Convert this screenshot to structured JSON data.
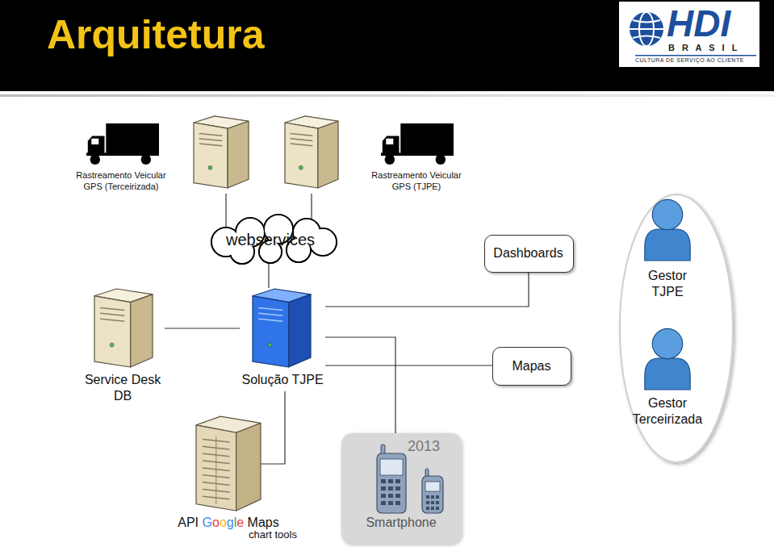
{
  "diagram": {
    "title": "Arquitetura",
    "nodes": [
      {
        "text": [
          "Rastreamento Veicular GPS (Terceirizada)"
        ]
      },
      {
        "text": [
          "Rastreamento Veicular GPS (TJPE)"
        ]
      },
      {
        "text": [
          "webservices"
        ]
      },
      {
        "text": [
          "Dashboards"
        ]
      },
      {
        "text": [
          "Service Desk DB"
        ]
      },
      {
        "text": [
          "Solução TJPE"
        ]
      },
      {
        "text": [
          "Mapas"
        ]
      },
      {
        "text": [
          "Gestor TJPE"
        ]
      },
      {
        "text": [
          "Gestor Terceirizada"
        ]
      },
      {
        "text": [
          "API Google Maps",
          "chart tools"
        ]
      },
      {
        "text": [
          "2013",
          "Smartphone"
        ]
      }
    ],
    "edges": [
      {
        "from": 0,
        "to": 2,
        "arrow": "none"
      },
      {
        "from": 1,
        "to": 2,
        "arrow": "none"
      },
      {
        "from": 2,
        "to": 5,
        "arrow": "none"
      },
      {
        "from": 5,
        "to": 3,
        "arrow": "none"
      },
      {
        "from": 4,
        "to": 5,
        "arrow": "none"
      },
      {
        "from": 5,
        "to": 6,
        "arrow": "none"
      },
      {
        "from": 5,
        "to": 10,
        "arrow": "none"
      },
      {
        "from": 5,
        "to": 9,
        "arrow": "none"
      }
    ],
    "labels": [
      "HDI",
      "B R A S I L",
      "CULTURA DE SERVIÇO AO CLIENTE"
    ]
  }
}
